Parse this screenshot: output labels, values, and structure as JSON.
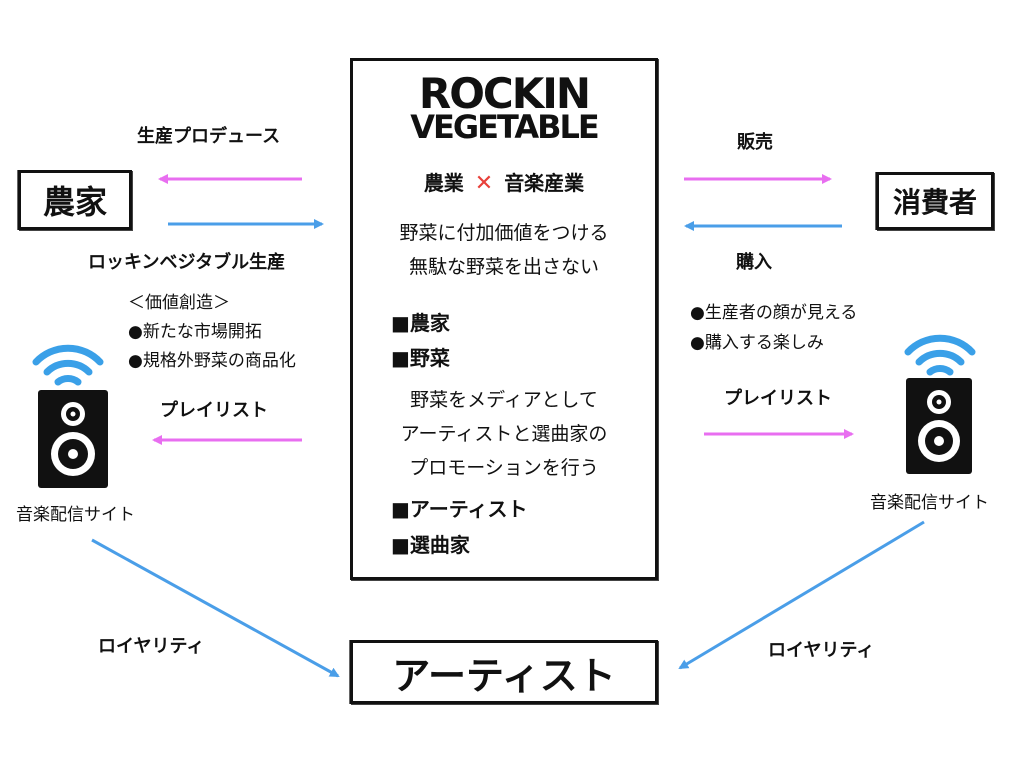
{
  "center": {
    "logo_line1": "ROCKIN",
    "logo_line2": "VEGETABLE",
    "tagline_left": "農業",
    "tagline_cross": "✕",
    "tagline_right": "音楽産業",
    "desc1_line1": "野菜に付加価値をつける",
    "desc1_line2": "無駄な野菜を出さない",
    "bullet_farmer": "■農家",
    "bullet_vegetable": "■野菜",
    "desc2_line1": "野菜をメディアとして",
    "desc2_line2": "アーティストと選曲家の",
    "desc2_line3": "プロモーションを行う",
    "bullet_artist": "■アーティスト",
    "bullet_selector": "■選曲家"
  },
  "nodes": {
    "farmer": "農家",
    "consumer": "消費者",
    "artist": "アーティスト"
  },
  "left": {
    "production_produce": "生産プロデュース",
    "rockin_production": "ロッキンベジタブル生産",
    "value_creation_header": "＜価値創造＞",
    "value_item1": "●新たな市場開拓",
    "value_item2": "●規格外野菜の商品化",
    "playlist": "プレイリスト",
    "site_label": "音楽配信サイト",
    "royalty": "ロイヤリティ"
  },
  "right": {
    "sales": "販売",
    "purchase": "購入",
    "benefit1": "●生産者の顔が見える",
    "benefit2": "●購入する楽しみ",
    "playlist": "プレイリスト",
    "site_label": "音楽配信サイト",
    "royalty": "ロイヤリティ"
  },
  "colors": {
    "magenta": "#e86ef0",
    "blue": "#4a9ee8",
    "cross_red": "#e8403a",
    "speaker_wave": "#3aa0e8"
  },
  "icons": {
    "left_speaker": "speaker-icon",
    "right_speaker": "speaker-icon",
    "left_wifi": "wifi-icon",
    "right_wifi": "wifi-icon"
  }
}
